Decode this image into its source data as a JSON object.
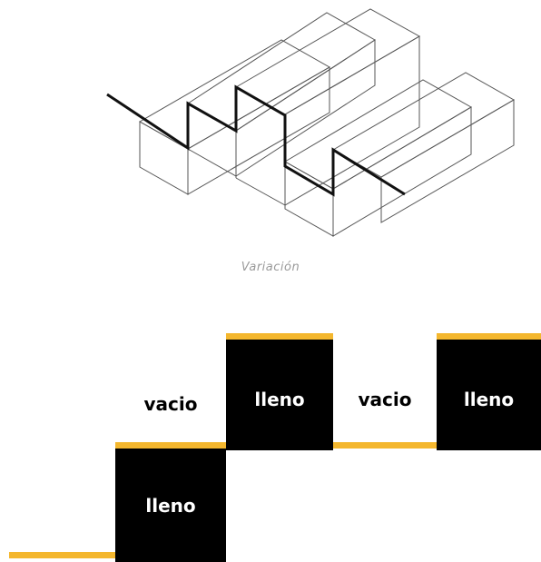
{
  "caption": "Variación",
  "labels": {
    "lleno": "lleno",
    "vacio": "vacio"
  },
  "colors": {
    "accent": "#f4b72e",
    "fill": "#000000",
    "line": "#1a1a1a",
    "wire": "#555555"
  },
  "step_diagram": {
    "sequence": [
      "base",
      "lleno",
      "vacio",
      "lleno",
      "vacio",
      "lleno"
    ],
    "filled_label": "lleno",
    "empty_label": "vacio"
  }
}
